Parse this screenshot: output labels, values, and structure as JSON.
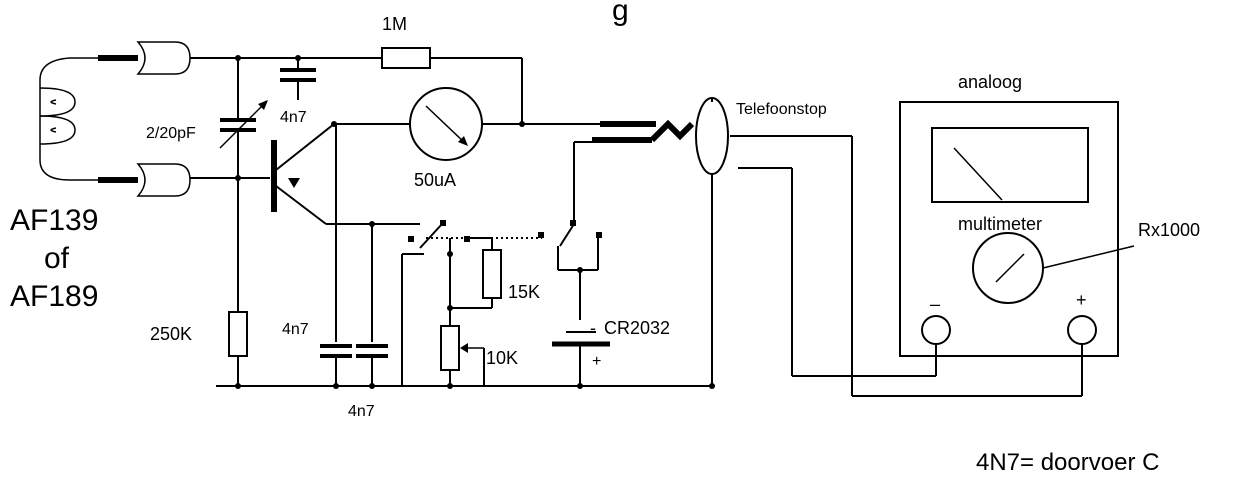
{
  "labels": {
    "top_partial": "g",
    "resistor_1m": "1M",
    "cap_4n7_top": "4n7",
    "trimmer": "2/20pF",
    "meter_50ua": "50uA",
    "transistor_line1": "AF139",
    "transistor_line2": "of",
    "transistor_line3": "AF189",
    "resistor_250k": "250K",
    "cap_4n7_left": "4n7",
    "cap_4n7_bottom": "4n7",
    "resistor_15k": "15K",
    "pot_10k": "10K",
    "battery": "CR2032",
    "battery_minus": "-",
    "battery_plus": "+",
    "phone_plug": "Telefoonstop",
    "multimeter_type": "analoog",
    "multimeter_name": "multimeter",
    "range": "Rx1000",
    "mm_minus": "–",
    "mm_plus": "+",
    "footnote": "4N7= doorvoer C"
  }
}
